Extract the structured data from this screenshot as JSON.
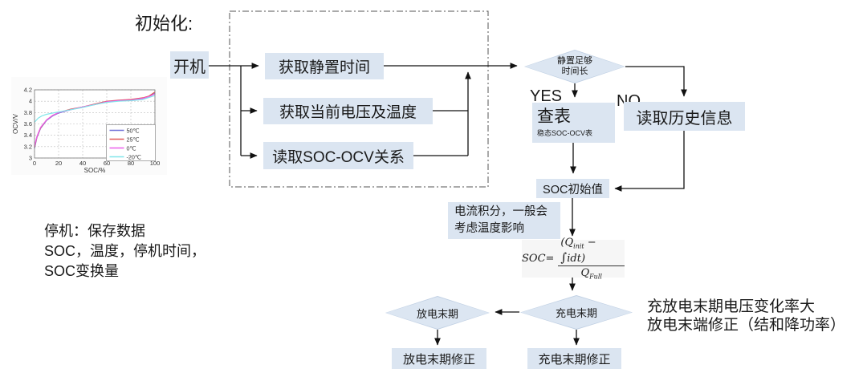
{
  "title": "初始化:",
  "colors": {
    "node_fill": "#dbe5f1",
    "diamond_fill": "#dce6f2",
    "line": "#1a1a1a"
  },
  "flow": {
    "power_on": "开机",
    "get_rest_time": "获取静置时间",
    "get_voltage_temp": "获取当前电压及温度",
    "read_soc_ocv": "读取SOC-OCV关系",
    "rest_enough_line1": "静置足够",
    "rest_enough_line2": "时间长",
    "yes": "YES",
    "no": "NO",
    "lookup_table": "查表",
    "lookup_table_sub": "稳态SOC-OCV表",
    "read_history": "读取历史信息",
    "soc_initial": "SOC初始值",
    "end_discharge": "放电末期",
    "end_charge": "充电末期",
    "discharge_correction": "放电末期修正",
    "charge_correction": "充电末期修正"
  },
  "notes": {
    "integration_line1": "电流积分，一般会",
    "integration_line2": "考虑温度影响",
    "shutdown_line1": "停机：保存数据",
    "shutdown_line2": "SOC，温度，停机时间，",
    "shutdown_line3": "SOC变换量",
    "right_line1": "充放电末期电压变化率大",
    "right_line2": "放电末端修正（结和降功率）"
  },
  "formula": {
    "lhs": "SOC",
    "eq": " = ",
    "num_open": "(Q",
    "num_sub": "init",
    "minus": " − ",
    "integral": "∫",
    "num_end": "idt)",
    "den_base": "Q",
    "den_sub": "Full"
  },
  "chart_data": {
    "type": "line",
    "title": "",
    "xlabel": "SOC/%",
    "ylabel": "OCV/V",
    "xlim": [
      0,
      100
    ],
    "ylim": [
      3,
      4.2
    ],
    "xticks": [
      0,
      20,
      40,
      60,
      80,
      100
    ],
    "yticks": [
      3,
      3.2,
      3.4,
      3.6,
      3.8,
      4,
      4.2
    ],
    "grid": true,
    "legend_position": "lower right",
    "series": [
      {
        "name": "50℃",
        "color": "#7070d8",
        "points": [
          [
            0,
            3.17
          ],
          [
            2,
            3.36
          ],
          [
            5,
            3.52
          ],
          [
            10,
            3.66
          ],
          [
            15,
            3.74
          ],
          [
            20,
            3.79
          ],
          [
            30,
            3.85
          ],
          [
            40,
            3.9
          ],
          [
            50,
            3.94
          ],
          [
            60,
            3.99
          ],
          [
            70,
            4.01
          ],
          [
            80,
            4.02
          ],
          [
            90,
            4.05
          ],
          [
            95,
            4.08
          ],
          [
            100,
            4.14
          ]
        ]
      },
      {
        "name": "25℃",
        "color": "#e05858",
        "points": [
          [
            0,
            3.19
          ],
          [
            2,
            3.37
          ],
          [
            5,
            3.53
          ],
          [
            10,
            3.67
          ],
          [
            15,
            3.75
          ],
          [
            20,
            3.8
          ],
          [
            30,
            3.86
          ],
          [
            40,
            3.9
          ],
          [
            50,
            3.95
          ],
          [
            60,
            4.0
          ],
          [
            70,
            4.02
          ],
          [
            80,
            4.03
          ],
          [
            90,
            4.06
          ],
          [
            95,
            4.09
          ],
          [
            100,
            4.16
          ]
        ]
      },
      {
        "name": "0℃",
        "color": "#ea5fea",
        "points": [
          [
            0,
            3.21
          ],
          [
            2,
            3.38
          ],
          [
            5,
            3.54
          ],
          [
            10,
            3.67
          ],
          [
            15,
            3.75
          ],
          [
            20,
            3.8
          ],
          [
            30,
            3.85
          ],
          [
            40,
            3.9
          ],
          [
            50,
            3.94
          ],
          [
            60,
            3.99
          ],
          [
            70,
            4.01
          ],
          [
            80,
            4.02
          ],
          [
            90,
            4.05
          ],
          [
            95,
            4.08
          ],
          [
            100,
            4.13
          ]
        ]
      },
      {
        "name": "-20℃",
        "color": "#82e6ea",
        "points": [
          [
            0,
            3.63
          ],
          [
            3,
            3.7
          ],
          [
            6,
            3.74
          ],
          [
            10,
            3.77
          ],
          [
            15,
            3.79
          ],
          [
            20,
            3.81
          ],
          [
            30,
            3.85
          ],
          [
            40,
            3.89
          ],
          [
            50,
            3.94
          ],
          [
            60,
            3.98
          ],
          [
            70,
            4.0
          ],
          [
            80,
            4.01
          ],
          [
            90,
            4.03
          ],
          [
            100,
            4.1
          ]
        ]
      }
    ]
  }
}
